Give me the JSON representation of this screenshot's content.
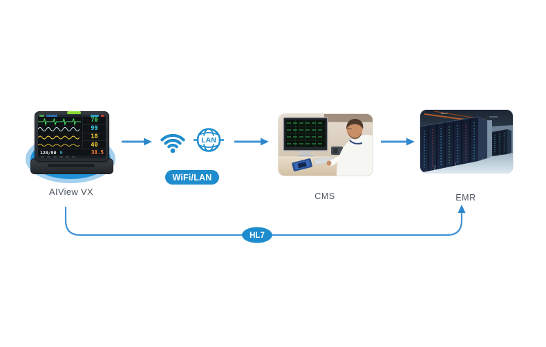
{
  "title": "AIView VX connectivity diagram",
  "colors": {
    "accent": "#1f8ccd",
    "arrow": "#4292d4",
    "label_gray": "#4c5660",
    "shadow_ellipse": "#2191d8"
  },
  "monitor": {
    "label": "AIView VX",
    "vitals": {
      "hr": "70",
      "spo2": "99",
      "resp": "18",
      "co2": "40",
      "temp": "38.5",
      "nibp": "120/80",
      "aux": "0"
    }
  },
  "network": {
    "badge": "WiFi/LAN",
    "lan_label": "LAN"
  },
  "cms": {
    "label": "CMS"
  },
  "emr": {
    "label": "EMR"
  },
  "hl7": {
    "badge": "HL7"
  }
}
